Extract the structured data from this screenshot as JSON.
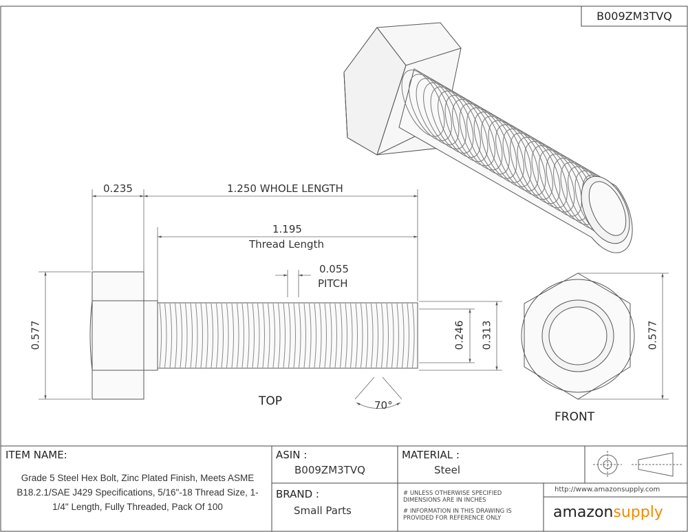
{
  "part_number": "B009ZM3TVQ",
  "dimensions": {
    "head_height": "0.235",
    "whole_length": "1.250 WHOLE LENGTH",
    "thread_length_value": "1.195",
    "thread_length_label": "Thread Length",
    "pitch_value": "0.055",
    "pitch_label": "PITCH",
    "head_width_top": "0.577",
    "minor_diameter": "0.246",
    "major_diameter": "0.313",
    "thread_angle": "70°",
    "head_width_front": "0.577"
  },
  "views": {
    "top": "TOP",
    "front": "FRONT"
  },
  "title_block": {
    "item_name_label": "ITEM NAME:",
    "item_name_value": "Grade 5 Steel Hex Bolt, Zinc Plated Finish, Meets ASME B18.2.1/SAE J429 Specifications, 5/16\"-18 Thread Size, 1-1/4\" Length, Fully Threaded, Pack Of 100",
    "asin_label": "ASIN :",
    "asin_value": "B009ZM3TVQ",
    "material_label": "MATERIAL :",
    "material_value": "Steel",
    "brand_label": "BRAND :",
    "brand_value": "Small Parts",
    "note1": "UNLESS OTHERWISE SPECIFIED DIMENSIONS ARE IN INCHES",
    "note2": "INFORMATION IN THIS DRAWING IS PROVIDED FOR REFERENCE ONLY",
    "url": "http://www.amazonsupply.com",
    "logo_part1": "amazon",
    "logo_part2": "supply"
  }
}
